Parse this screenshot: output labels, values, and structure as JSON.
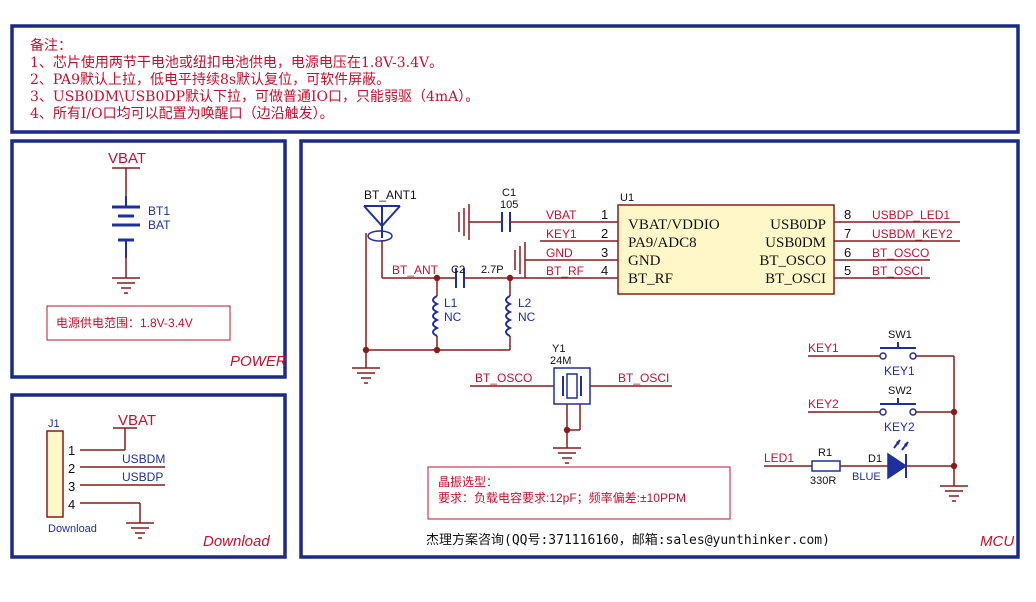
{
  "notes": {
    "title": "备注：",
    "lines": [
      "1、芯片使用两节干电池或纽扣电池供电，电源电压在1.8V-3.4V。",
      "2、PA9默认上拉，低电平持续8s默认复位，可软件屏蔽。",
      "3、USB0DM\\USB0DP默认下拉，可做普通IO口，只能弱驱（4mA）。",
      "4、所有I/O口均可以配置为唤醒口（边沿触发）。"
    ]
  },
  "power": {
    "section_label": "POWER",
    "vbat": "VBAT",
    "bt_ref": "BT1",
    "bt_value": "BAT",
    "range_note": "电源供电范围：1.8V-3.4V"
  },
  "download": {
    "section_label": "Download",
    "ref": "J1",
    "vbat": "VBAT",
    "pins": [
      "1",
      "2",
      "3",
      "4"
    ],
    "nets": [
      "USBDM",
      "USBDP"
    ],
    "caption": "Download"
  },
  "mcu": {
    "section_label": "MCU",
    "antenna": "BT_ANT1",
    "c1_ref": "C1",
    "c1_value": "105",
    "c2_ref": "C2",
    "c2_value": "2.7P",
    "l1_ref": "L1",
    "l1_value": "NC",
    "l2_ref": "L2",
    "l2_value": "NC",
    "bt_ant_net": "BT_ANT",
    "u1_ref": "U1",
    "left_nets": [
      "VBAT",
      "KEY1",
      "GND",
      "BT_RF"
    ],
    "left_pin_nums": [
      "1",
      "2",
      "3",
      "4"
    ],
    "left_pin_names": [
      "VBAT/VDDIO",
      "PA9/ADC8",
      "GND",
      "BT_RF"
    ],
    "right_pin_names": [
      "USB0DP",
      "USB0DM",
      "BT_OSCO",
      "BT_OSCI"
    ],
    "right_pin_nums": [
      "8",
      "7",
      "6",
      "5"
    ],
    "right_nets": [
      "USBDP_LED1",
      "USBDM_KEY2",
      "BT_OSCO",
      "BT_OSCI"
    ],
    "y1_ref": "Y1",
    "y1_value": "24M",
    "osco_net": "BT_OSCO",
    "osci_net": "BT_OSCI",
    "sw1_ref": "SW1",
    "sw1_net": "KEY1",
    "sw1_label": "KEY1",
    "sw2_ref": "SW2",
    "sw2_net": "KEY2",
    "sw2_label": "KEY2",
    "led_net": "LED1",
    "r1_ref": "R1",
    "r1_value": "330R",
    "d1_ref": "D1",
    "d1_value": "BLUE",
    "crystal_note_title": "晶振选型：",
    "crystal_note_body": "要求：负载电容要求:12pF；频率偏差:±10PPM",
    "contact": "杰理方案咨询(QQ号:371116160，邮箱:sales@yunthinker.com)"
  }
}
